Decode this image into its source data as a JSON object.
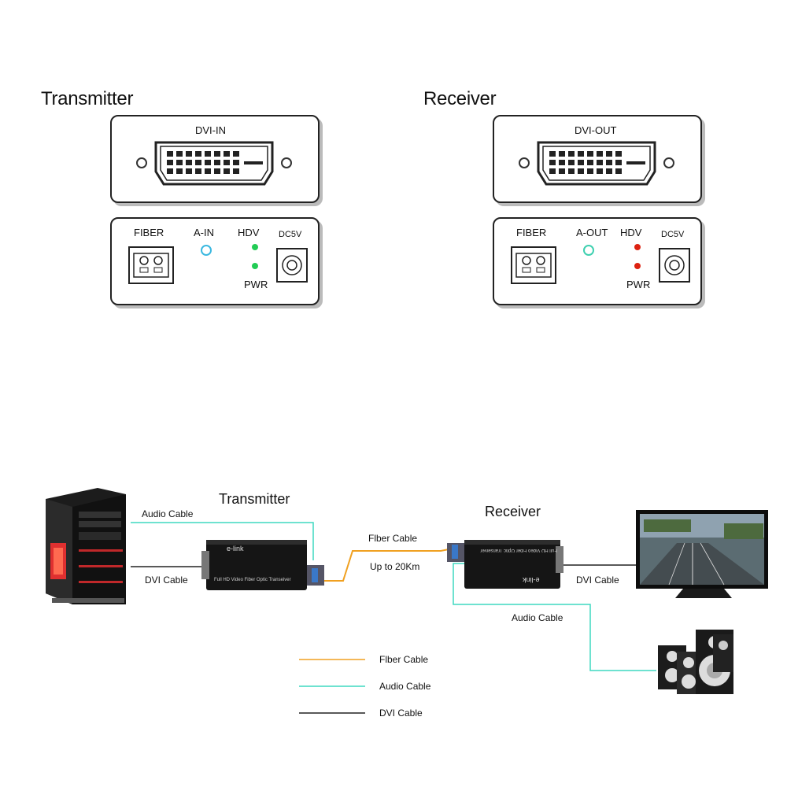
{
  "top": {
    "transmitter": {
      "title": "Transmitter",
      "dvi_label": "DVI-IN",
      "fiber_label": "FIBER",
      "audio_label": "A-IN",
      "hdv_label": "HDV",
      "pwr_label": "PWR",
      "dc_label": "DC5V",
      "led_color": "#22cc55"
    },
    "receiver": {
      "title": "Receiver",
      "dvi_label": "DVI-OUT",
      "fiber_label": "FIBER",
      "audio_label": "A-OUT",
      "hdv_label": "HDV",
      "pwr_label": "PWR",
      "dc_label": "DC5V",
      "led_color": "#dd2211"
    }
  },
  "diagram": {
    "transmitter_title": "Transmitter",
    "receiver_title": "Receiver",
    "audio_cable_top": "Audio Cable",
    "dvi_cable_left": "DVI Cable",
    "fiber_cable": "Flber Cable",
    "distance": "Up to 20Km",
    "dvi_cable_right": "DVI Cable",
    "audio_cable_bottom": "Audio Cable",
    "device_brand": "e-link",
    "device_text": "Full HD Video Fiber Optic Transeiver",
    "device_text_rx": "Full HD Video Fiber Optic Transeiver"
  },
  "legend": [
    {
      "label": "Flber Cable",
      "color": "#f0a020"
    },
    {
      "label": "Audio Cable",
      "color": "#3fd8c0"
    },
    {
      "label": "DVI Cable",
      "color": "#222222"
    }
  ],
  "colors": {
    "fiber": "#f0a020",
    "audio": "#3fd8c0",
    "dvi": "#222222"
  }
}
